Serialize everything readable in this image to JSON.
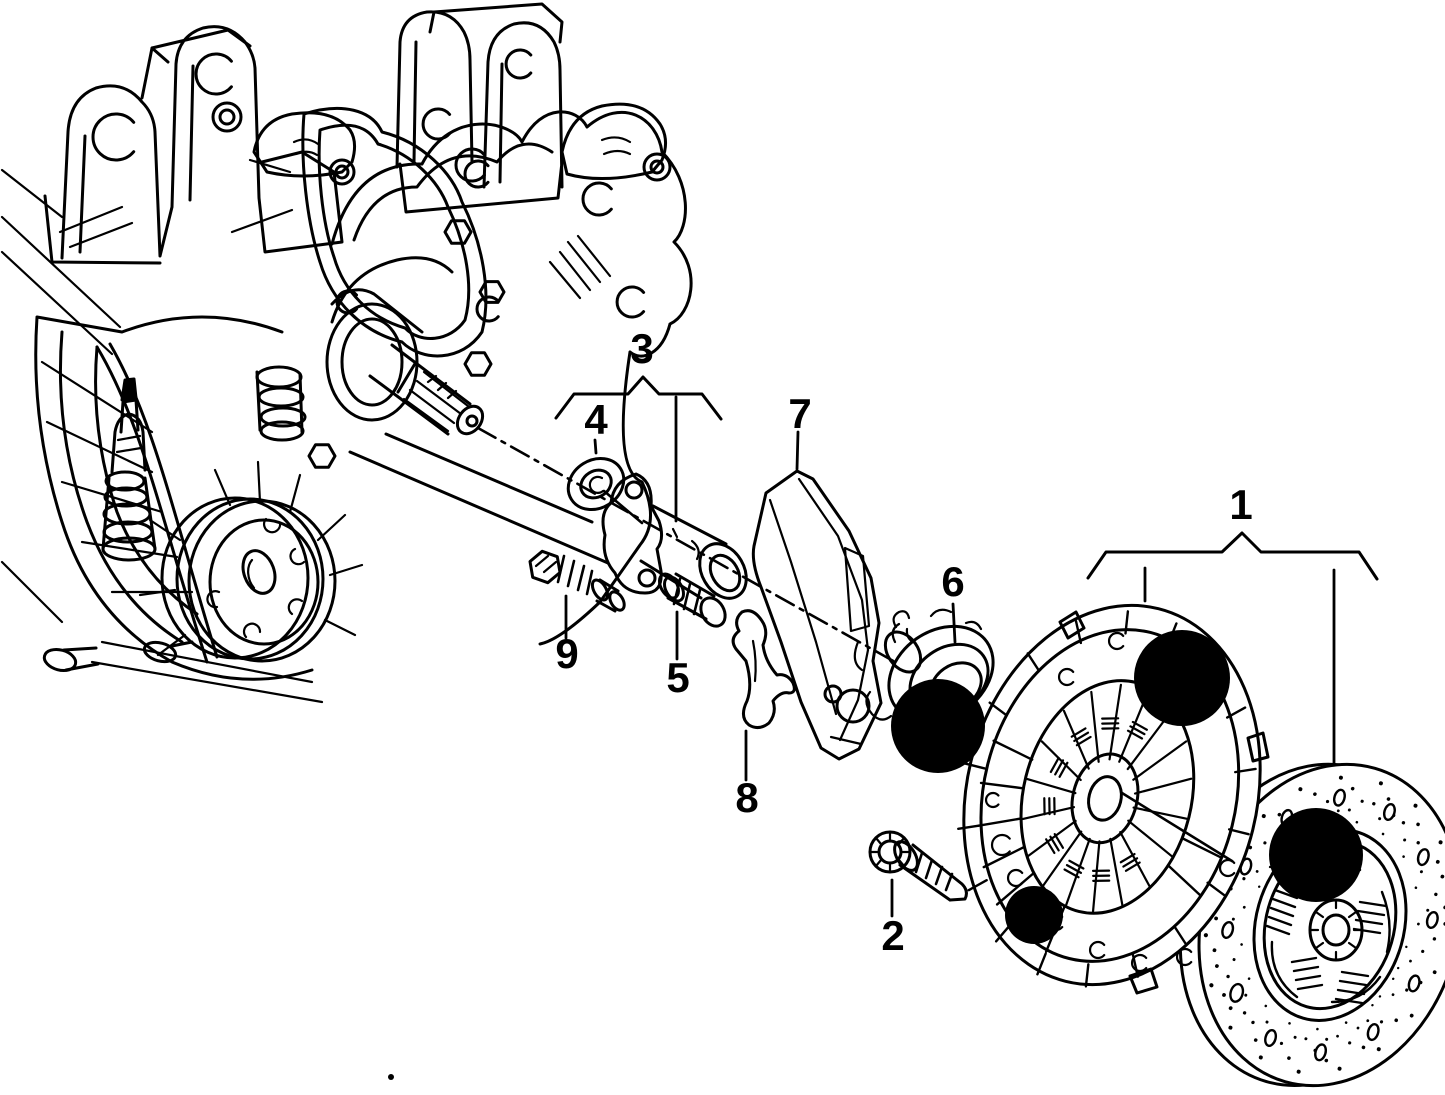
{
  "figure": {
    "kind": "exploded-parts-line-drawing",
    "background_color": "#ffffff",
    "ink_color": "#000000",
    "redaction_dot_color": "#000000"
  },
  "callouts": [
    {
      "label": "1"
    },
    {
      "label": "2"
    },
    {
      "label": "3"
    },
    {
      "label": "4"
    },
    {
      "label": "5"
    },
    {
      "label": "6"
    },
    {
      "label": "7"
    },
    {
      "label": "8"
    },
    {
      "label": "9"
    }
  ]
}
